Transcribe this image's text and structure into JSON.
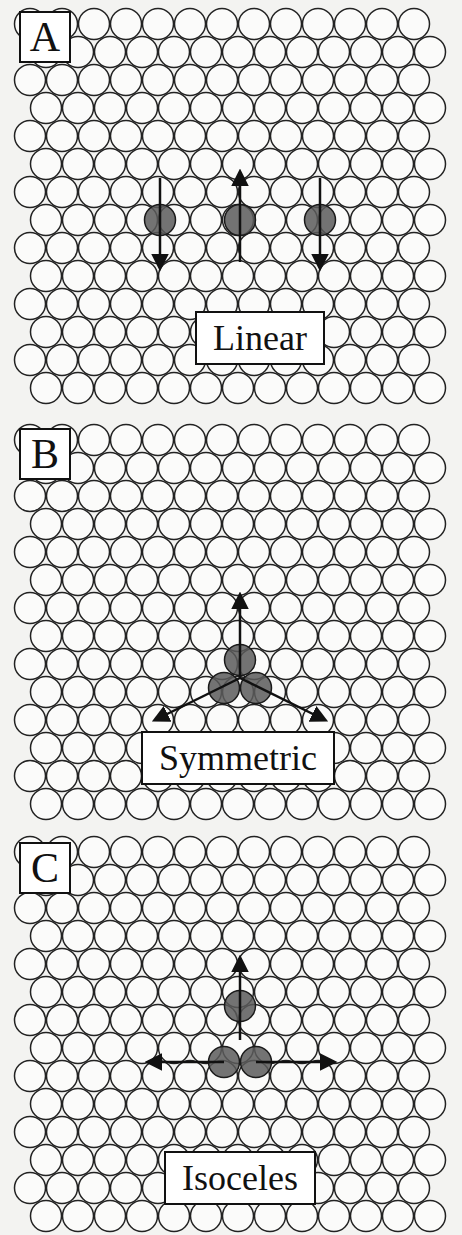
{
  "diagram": {
    "nodes": [
      {
        "text": [
          "A"
        ]
      },
      {
        "text": [
          "Linear"
        ]
      },
      {
        "text": [
          "B"
        ]
      },
      {
        "text": [
          "Symmetric"
        ]
      },
      {
        "text": [
          "C"
        ]
      },
      {
        "text": [
          "Isoceles"
        ]
      }
    ]
  }
}
